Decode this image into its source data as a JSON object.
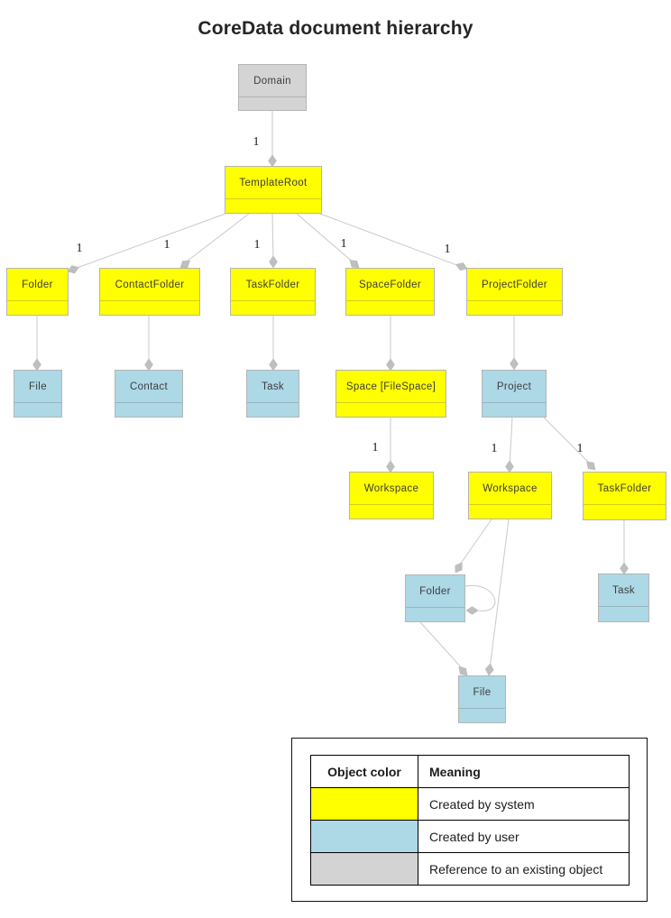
{
  "title": "CoreData document hierarchy",
  "colors": {
    "created_by_system": "#ffff00",
    "created_by_user": "#add8e6",
    "reference_object": "#d3d3d3",
    "connector": "#c9c9c9"
  },
  "nodes": {
    "domain": {
      "label": "Domain",
      "category": "reference"
    },
    "template_root": {
      "label": "TemplateRoot",
      "category": "system"
    },
    "folder1": {
      "label": "Folder",
      "category": "system"
    },
    "contact_folder": {
      "label": "ContactFolder",
      "category": "system"
    },
    "task_folder1": {
      "label": "TaskFolder",
      "category": "system"
    },
    "space_folder": {
      "label": "SpaceFolder",
      "category": "system"
    },
    "project_folder": {
      "label": "ProjectFolder",
      "category": "system"
    },
    "file1": {
      "label": "File",
      "category": "user"
    },
    "contact": {
      "label": "Contact",
      "category": "user"
    },
    "task1": {
      "label": "Task",
      "category": "user"
    },
    "space": {
      "label": "Space [FileSpace]",
      "category": "system"
    },
    "project": {
      "label": "Project",
      "category": "user"
    },
    "workspace1": {
      "label": "Workspace",
      "category": "system"
    },
    "workspace2": {
      "label": "Workspace",
      "category": "system"
    },
    "task_folder2": {
      "label": "TaskFolder",
      "category": "system"
    },
    "folder2": {
      "label": "Folder",
      "category": "user"
    },
    "task2": {
      "label": "Task",
      "category": "user"
    },
    "file2": {
      "label": "File",
      "category": "user"
    }
  },
  "multiplicities": {
    "domain_template_root": "1",
    "template_root_folder": "1",
    "template_root_contact_folder": "1",
    "template_root_task_folder": "1",
    "template_root_space_folder": "1",
    "template_root_project_folder": "1",
    "space_workspace": "1",
    "project_workspace": "1",
    "project_task_folder": "1"
  },
  "legend": {
    "headers": [
      "Object color",
      "Meaning"
    ],
    "rows": [
      {
        "color": "#ffff00",
        "meaning": "Created by system"
      },
      {
        "color": "#add8e6",
        "meaning": "Created by user"
      },
      {
        "color": "#d3d3d3",
        "meaning": "Reference to an existing object"
      }
    ]
  }
}
